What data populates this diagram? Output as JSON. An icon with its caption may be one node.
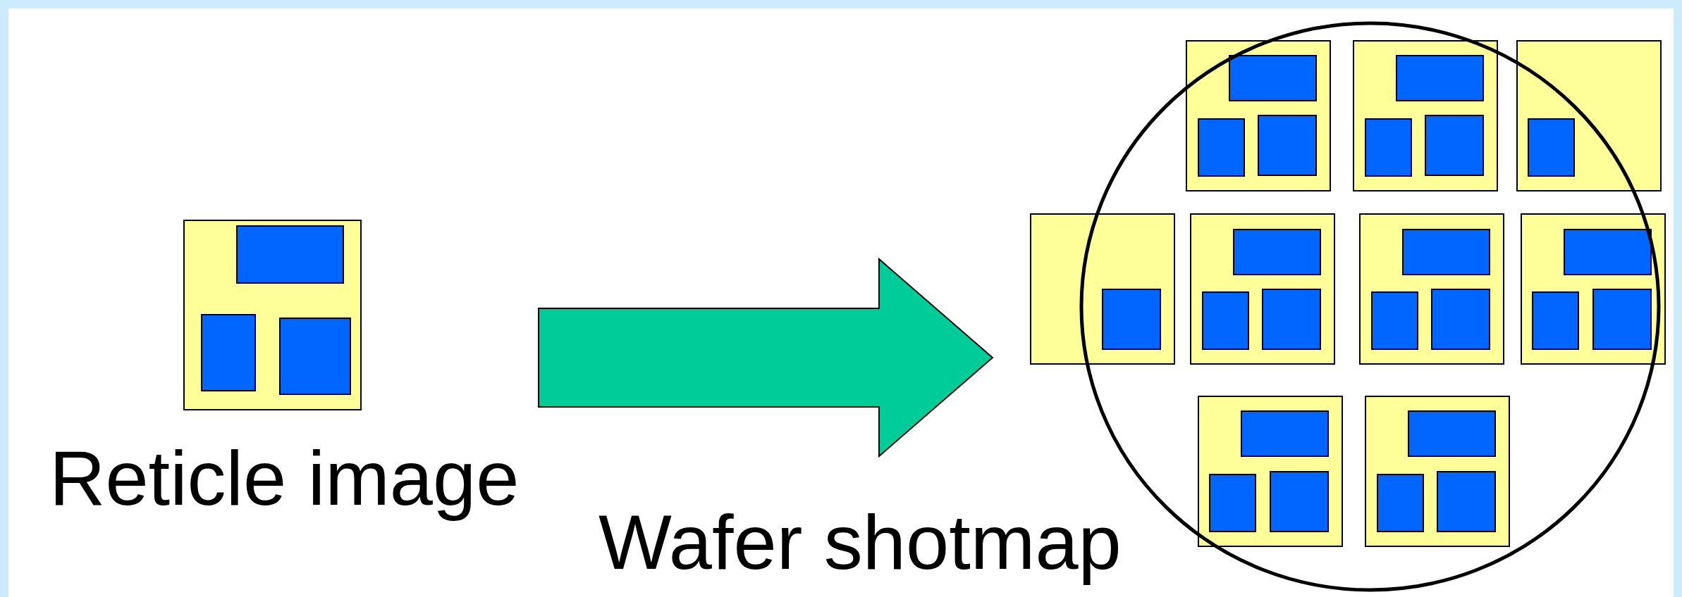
{
  "diagram": {
    "nodes": [
      {
        "text": [],
        "shape": "box",
        "beside": [
          "Reticle image"
        ]
      },
      {
        "text": [],
        "shape": "circle",
        "beside": [
          "Wafer shotmap"
        ]
      }
    ],
    "edges": [
      {
        "from": 0,
        "to": 1,
        "arrow": "to",
        "style": "thick",
        "color": "#00cc99"
      }
    ]
  }
}
